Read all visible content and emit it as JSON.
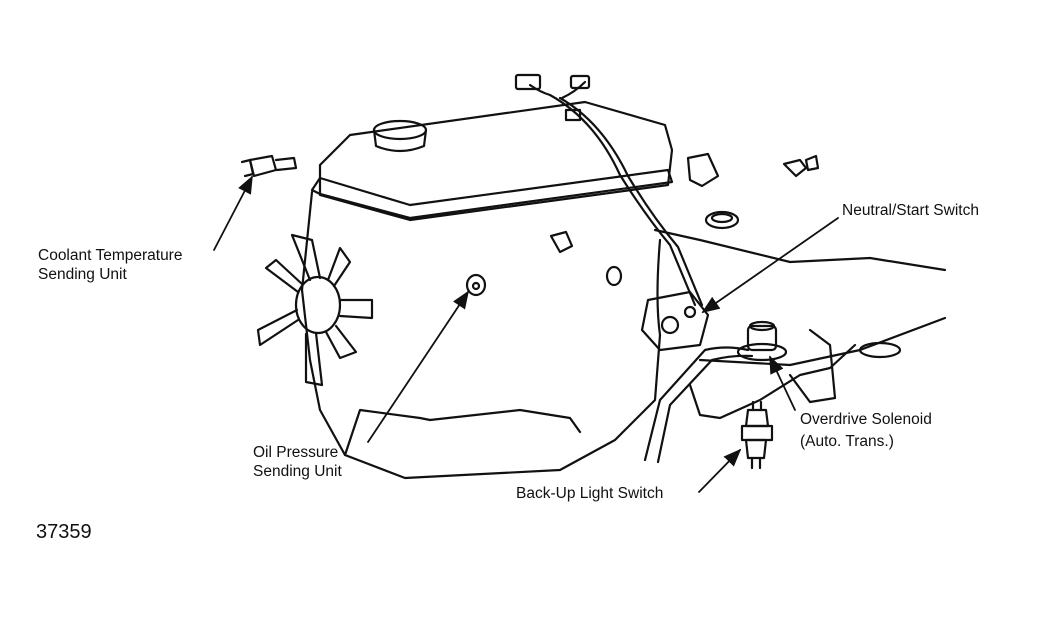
{
  "colors": {
    "ink": "#111111",
    "paper": "#ffffff"
  },
  "labels": {
    "coolant_line1": "Coolant Temperature",
    "coolant_line2": "Sending Unit",
    "oil_line1": "Oil Pressure",
    "oil_line2": "Sending Unit",
    "neutral_start": "Neutral/Start Switch",
    "overdrive_line1": "Overdrive Solenoid",
    "overdrive_line2": "(Auto. Trans.)",
    "backup": "Back-Up Light Switch"
  },
  "figure_number": "37359"
}
